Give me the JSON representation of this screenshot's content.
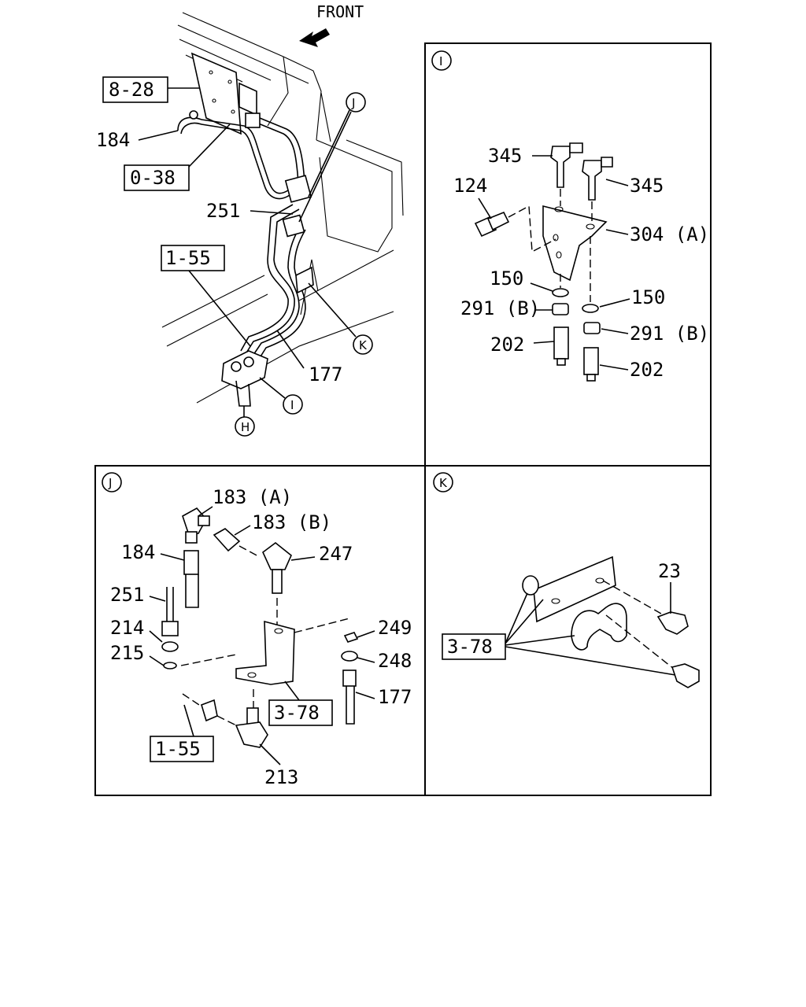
{
  "header": {
    "front_label": "FRONT"
  },
  "main_view": {
    "ref_boxes": [
      "8-28",
      "0-38",
      "1-55"
    ],
    "parts": [
      "184",
      "251",
      "177"
    ],
    "callouts": [
      "J",
      "K",
      "I",
      "H"
    ]
  },
  "panel_i": {
    "id": "I",
    "parts": [
      "345",
      "345",
      "124",
      "304 (A)",
      "150",
      "150",
      "291 (B)",
      "291 (B)",
      "202",
      "202"
    ]
  },
  "panel_j": {
    "id": "J",
    "parts": [
      "183 (A)",
      "183 (B)",
      "184",
      "247",
      "251",
      "249",
      "214",
      "215",
      "248",
      "177",
      "213"
    ],
    "ref_boxes": [
      "3-78",
      "1-55"
    ]
  },
  "panel_k": {
    "id": "K",
    "parts": [
      "23"
    ],
    "ref_boxes": [
      "3-78"
    ]
  }
}
